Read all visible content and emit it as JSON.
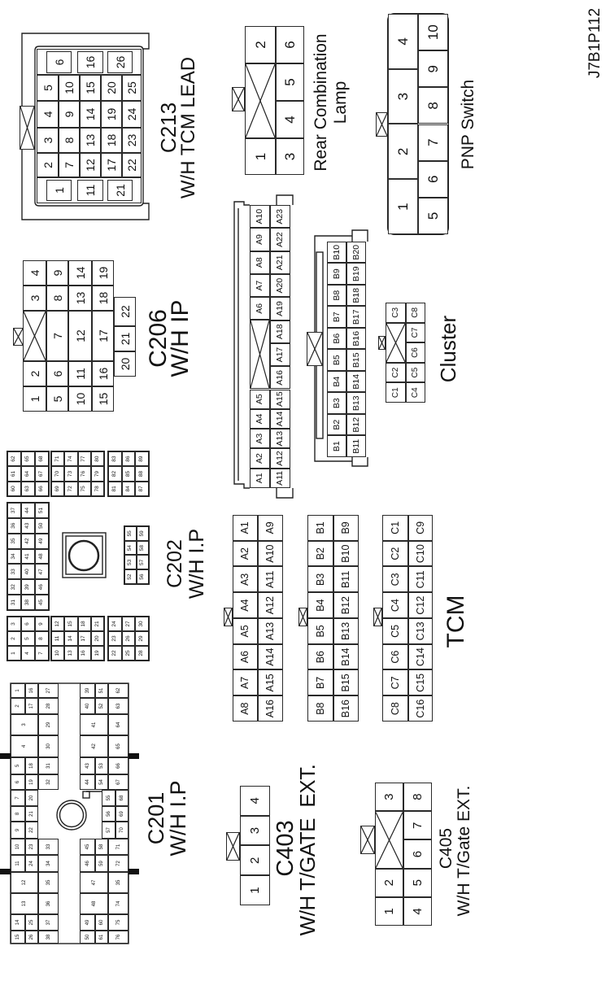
{
  "figure_id": "J7B1P112",
  "connectors": {
    "c213": {
      "name": "C213",
      "desc": "W/H TCM LEAD",
      "pins": [
        "1",
        "2",
        "3",
        "4",
        "5",
        "6",
        "7",
        "8",
        "9",
        "10",
        "11",
        "12",
        "13",
        "14",
        "15",
        "16",
        "17",
        "18",
        "19",
        "20",
        "21",
        "22",
        "23",
        "24",
        "25",
        "26"
      ]
    },
    "c206": {
      "name": "C206",
      "desc": "W/H IP",
      "pins": [
        "1",
        "2",
        "3",
        "4",
        "5",
        "6",
        "7",
        "8",
        "9",
        "10",
        "11",
        "12",
        "13",
        "14",
        "15",
        "16",
        "17",
        "18",
        "19",
        "20",
        "21",
        "22"
      ]
    },
    "rear_lamp": {
      "name": "Rear Combination",
      "desc": "Lamp",
      "pins": [
        "1",
        "2",
        "3",
        "4",
        "5",
        "6"
      ]
    },
    "pnp": {
      "name": "PNP Switch",
      "pins": [
        "1",
        "2",
        "3",
        "4",
        "5",
        "6",
        "7",
        "8",
        "9",
        "10"
      ]
    },
    "cluster_a": {
      "pins": [
        "A1",
        "A2",
        "A3",
        "A4",
        "A5",
        "A6",
        "A7",
        "A8",
        "A9",
        "A10",
        "A11",
        "A12",
        "A13",
        "A14",
        "A15",
        "A16",
        "A17",
        "A18",
        "A19",
        "A20",
        "A21",
        "A22",
        "A23"
      ]
    },
    "cluster_b": {
      "pins": [
        "B1",
        "B2",
        "B3",
        "B4",
        "B5",
        "B6",
        "B7",
        "B8",
        "B9",
        "B10",
        "B11",
        "B12",
        "B13",
        "B14",
        "B15",
        "B16",
        "B17",
        "B18",
        "B19",
        "B20"
      ]
    },
    "cluster_c": {
      "name": "Cluster",
      "pins": [
        "C1",
        "C2",
        "C3",
        "C4",
        "C5",
        "C6",
        "C7",
        "C8"
      ]
    },
    "tcm_a": {
      "name": "TCM",
      "pins": [
        "A1",
        "A2",
        "A3",
        "A4",
        "A5",
        "A6",
        "A7",
        "A8",
        "A9",
        "A10",
        "A11",
        "A12",
        "A13",
        "A14",
        "A15",
        "A16"
      ]
    },
    "tcm_b": {
      "pins": [
        "B1",
        "B2",
        "B3",
        "B4",
        "B5",
        "B6",
        "B7",
        "B8",
        "B9",
        "B10",
        "B11",
        "B12",
        "B13",
        "B14",
        "B15",
        "B16"
      ]
    },
    "tcm_c": {
      "pins": [
        "C1",
        "C2",
        "C3",
        "C4",
        "C5",
        "C6",
        "C7",
        "C8",
        "C9",
        "C10",
        "C11",
        "C12",
        "C13",
        "C14",
        "C15",
        "C16"
      ]
    },
    "c202": {
      "name": "C202",
      "desc": "W/H I.P",
      "pins": [
        "1",
        "2",
        "3",
        "4",
        "5",
        "6",
        "7",
        "8",
        "9",
        "10",
        "11",
        "12",
        "13",
        "14",
        "15",
        "16",
        "17",
        "18",
        "19",
        "20",
        "21",
        "22",
        "23",
        "24",
        "25",
        "26",
        "27",
        "28",
        "29",
        "30",
        "31",
        "32",
        "33",
        "34",
        "35",
        "36",
        "37",
        "38",
        "39",
        "40",
        "41",
        "42",
        "43",
        "44",
        "45",
        "46",
        "47",
        "48",
        "49",
        "50",
        "51",
        "52",
        "53",
        "54",
        "55",
        "56",
        "57",
        "58",
        "59",
        "60",
        "61",
        "62",
        "63",
        "64",
        "65",
        "66",
        "67",
        "68",
        "69",
        "70",
        "71",
        "72",
        "73",
        "74",
        "75",
        "76",
        "77",
        "78",
        "79",
        "80",
        "81",
        "82",
        "83",
        "84",
        "85",
        "86",
        "87",
        "88",
        "89"
      ]
    },
    "c201": {
      "name": "C201",
      "desc": "W/H I.P",
      "pins": [
        "1",
        "2",
        "3",
        "4",
        "5",
        "6",
        "7",
        "8",
        "9",
        "10",
        "11",
        "12",
        "13",
        "14",
        "15",
        "16",
        "17",
        "18",
        "19",
        "20",
        "21",
        "22",
        "23",
        "24",
        "25",
        "26",
        "27",
        "28",
        "29",
        "30",
        "31",
        "32",
        "33",
        "34",
        "35",
        "36",
        "37",
        "38",
        "39",
        "40",
        "41",
        "42",
        "43",
        "44",
        "45",
        "46",
        "47",
        "48",
        "49",
        "50",
        "51",
        "52",
        "53",
        "54",
        "55",
        "56",
        "57",
        "58",
        "59",
        "60",
        "61",
        "62",
        "63",
        "64",
        "65",
        "66",
        "67",
        "68",
        "69",
        "70",
        "71",
        "72",
        "35",
        "74",
        "75",
        "76"
      ]
    },
    "c403": {
      "name": "C403",
      "desc": "W/H T/GATE  EXT.",
      "pins": [
        "1",
        "2",
        "3",
        "4"
      ]
    },
    "c405": {
      "name": "C405",
      "desc": "W/H T/Gate EXT.",
      "pins": [
        "1",
        "2",
        "3",
        "4",
        "5",
        "6",
        "7",
        "8"
      ]
    }
  }
}
